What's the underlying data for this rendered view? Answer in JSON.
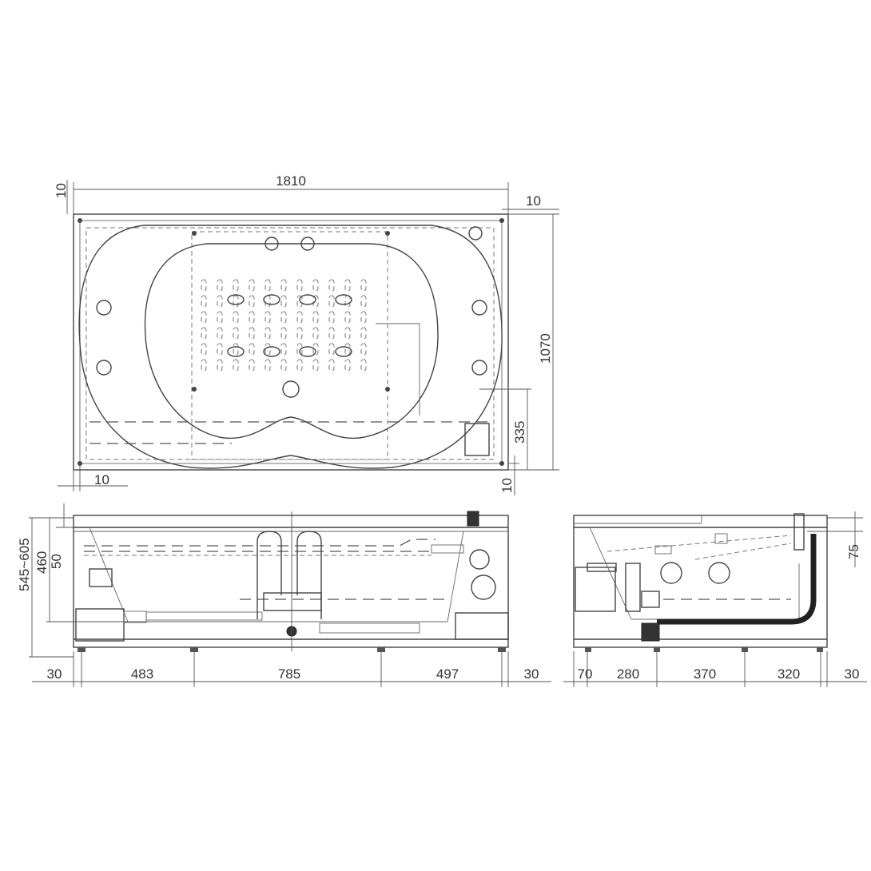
{
  "plan_view": {
    "dims": {
      "overall_length": "1810",
      "overall_width": "1070",
      "offset_top_left": "10",
      "offset_top_right": "10",
      "offset_bottom_left": "10",
      "offset_bottom_right": "10",
      "drain_offset": "335"
    }
  },
  "front_view": {
    "dims": {
      "height_range": "545~605",
      "inner_height": "460",
      "rim": "50",
      "bottom": [
        "30",
        "483",
        "785",
        "497",
        "30"
      ]
    }
  },
  "side_view": {
    "dims": {
      "rim": "75",
      "bottom": [
        "70",
        "280",
        "370",
        "320",
        "30"
      ]
    }
  }
}
